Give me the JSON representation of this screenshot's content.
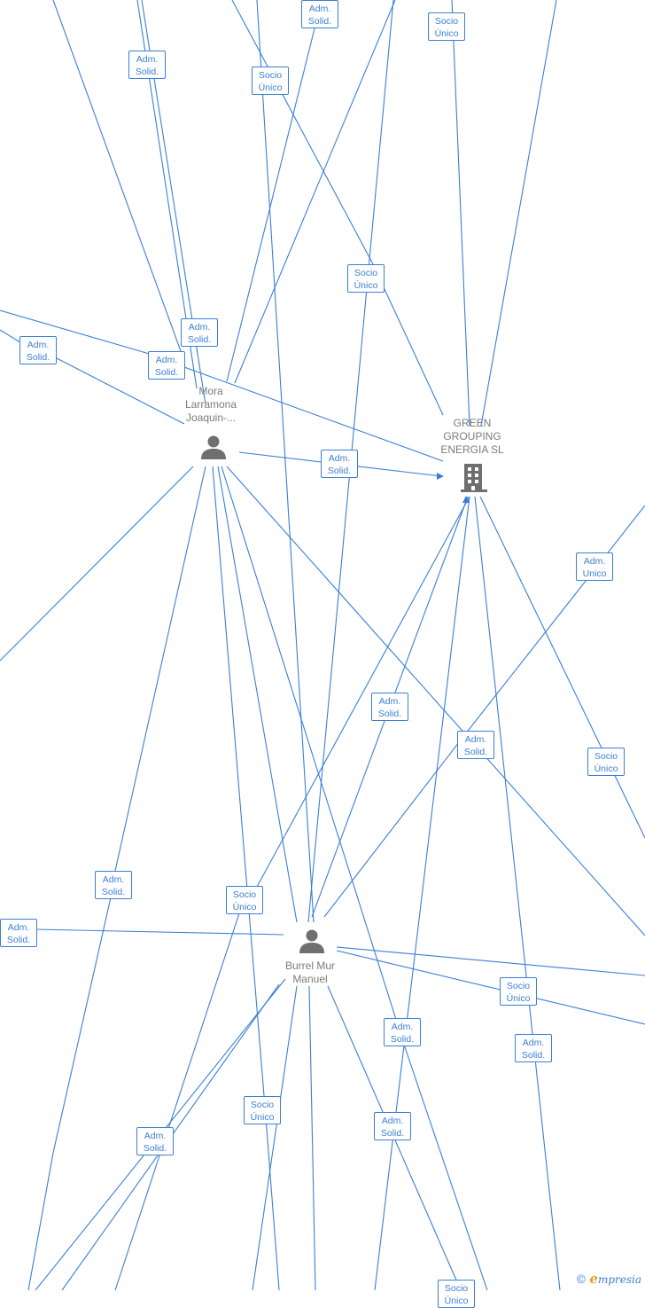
{
  "nodes": {
    "mora": {
      "label_lines": [
        "Mora",
        "Larramona",
        "Joaquin-..."
      ],
      "type": "person"
    },
    "green": {
      "label_lines": [
        "GREEN",
        "GROUPING",
        "ENERGIA SL"
      ],
      "type": "company"
    },
    "burrel": {
      "label_lines": [
        "Burrel Mur",
        "Manuel"
      ],
      "type": "person"
    }
  },
  "relationships": [
    {
      "label": [
        "Adm.",
        "Solid."
      ]
    },
    {
      "label": [
        "Socio",
        "Único"
      ]
    },
    {
      "label": [
        "Adm.",
        "Solid."
      ]
    },
    {
      "label": [
        "Socio",
        "Único"
      ]
    },
    {
      "label": [
        "Adm.",
        "Solid."
      ]
    },
    {
      "label": [
        "Adm.",
        "Solid."
      ]
    },
    {
      "label": [
        "Adm.",
        "Solid."
      ]
    },
    {
      "label": [
        "Socio",
        "Único"
      ]
    },
    {
      "label": [
        "Adm.",
        "Solid."
      ]
    },
    {
      "label": [
        "Adm.",
        "Unico"
      ]
    },
    {
      "label": [
        "Adm.",
        "Solid."
      ]
    },
    {
      "label": [
        "Adm.",
        "Solid."
      ]
    },
    {
      "label": [
        "Socio",
        "Único"
      ]
    },
    {
      "label": [
        "Adm.",
        "Solid."
      ]
    },
    {
      "label": [
        "Socio",
        "Único"
      ]
    },
    {
      "label": [
        "Adm.",
        "Solid."
      ]
    },
    {
      "label": [
        "Socio",
        "Único"
      ]
    },
    {
      "label": [
        "Adm.",
        "Solid."
      ]
    },
    {
      "label": [
        "Adm.",
        "Solid."
      ]
    },
    {
      "label": [
        "Socio",
        "Único"
      ]
    },
    {
      "label": [
        "Adm.",
        "Solid."
      ]
    },
    {
      "label": [
        "Adm.",
        "Solid."
      ]
    },
    {
      "label": [
        "Socio",
        "Único"
      ]
    },
    {
      "label": [
        "Adm.",
        ""
      ]
    }
  ],
  "watermark": {
    "copyright": "©",
    "brand_initial": "e",
    "brand_rest": "mpresia"
  },
  "colors": {
    "edge": "#3b7fd4",
    "node_icon": "#6f6f6f",
    "node_label": "#7b7b7b",
    "brand_accent": "#e8a020"
  }
}
